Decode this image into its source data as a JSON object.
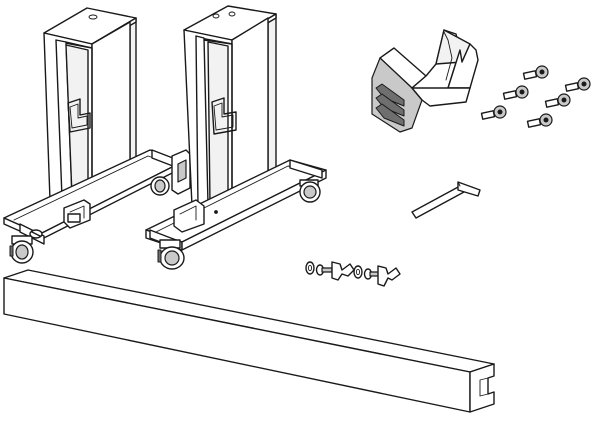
{
  "figure": {
    "description_visible_text": "",
    "parts": [
      {
        "id": "left-stand-leg",
        "icon": "stand-leg-icon"
      },
      {
        "id": "right-stand-leg",
        "icon": "stand-leg-icon"
      },
      {
        "id": "paper-basket-holder",
        "icon": "bracket-icon"
      },
      {
        "id": "hex-bolts",
        "icon": "bolt-icon",
        "count": 6
      },
      {
        "id": "hex-key",
        "icon": "allen-key-icon"
      },
      {
        "id": "wing-bolt-sets",
        "icon": "wing-bolt-icon",
        "count": 2
      },
      {
        "id": "cross-beam",
        "icon": "beam-icon"
      }
    ],
    "colors": {
      "stroke": "#1a1a1a",
      "fill": "#ffffff",
      "shade": "#c9c9c9",
      "dark": "#6f6f6f"
    }
  }
}
